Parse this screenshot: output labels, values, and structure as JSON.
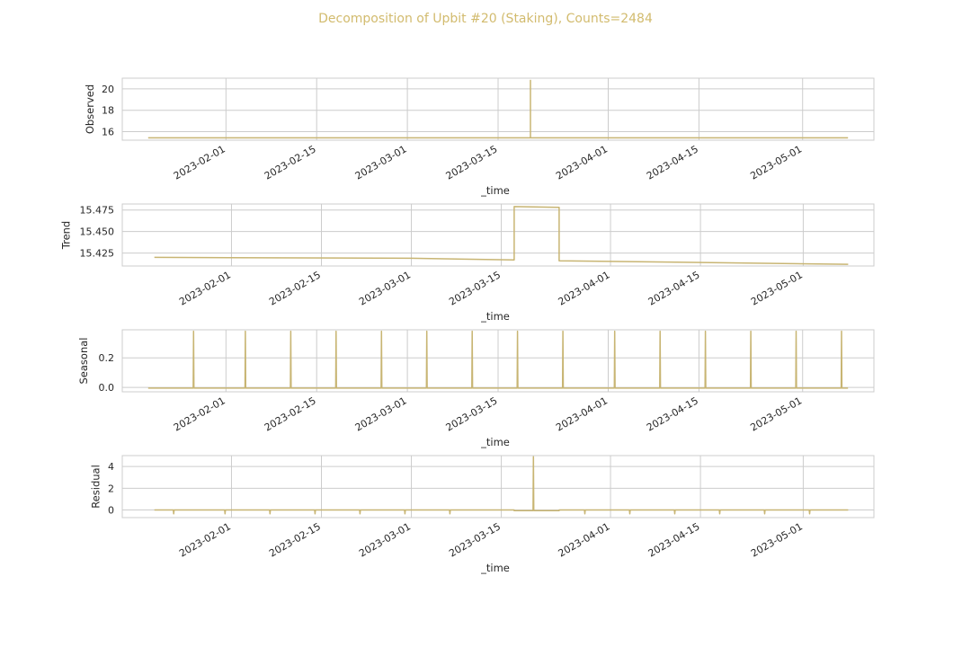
{
  "title": "Decomposition of Upbit #20 (Staking), Counts=2484",
  "colors": {
    "line": "#c8b573",
    "title": "#d2bb6e",
    "grid": "#cccccc",
    "spine": "#cccccc"
  },
  "chart_data": [
    {
      "type": "line",
      "ylabel": "Observed",
      "xlabel": "_time",
      "xlim": [
        "2023-01-16",
        "2023-05-12"
      ],
      "ylim": [
        15.2,
        21.0
      ],
      "yticks": [
        16,
        18,
        20
      ],
      "yticklabels": [
        "16",
        "18",
        "20"
      ],
      "xticks": [
        "2023-02-01",
        "2023-02-15",
        "2023-03-01",
        "2023-03-15",
        "2023-04-01",
        "2023-04-15",
        "2023-05-01"
      ],
      "x": [
        "2023-01-20",
        "2023-03-20",
        "2023-03-20",
        "2023-03-20",
        "2023-05-08"
      ],
      "y": [
        15.42,
        15.42,
        20.8,
        15.42,
        15.42
      ]
    },
    {
      "type": "line",
      "ylabel": "Trend",
      "xlabel": "_time",
      "xlim": [
        "2023-01-15",
        "2023-05-12"
      ],
      "ylim": [
        15.41,
        15.482
      ],
      "yticks": [
        15.425,
        15.45,
        15.475
      ],
      "yticklabels": [
        "15.425",
        "15.450",
        "15.475"
      ],
      "xticks": [
        "2023-02-01",
        "2023-02-15",
        "2023-03-01",
        "2023-03-15",
        "2023-04-01",
        "2023-04-15",
        "2023-05-01"
      ],
      "x": [
        "2023-01-20",
        "2023-03-01",
        "2023-03-17",
        "2023-03-17",
        "2023-03-24",
        "2023-03-24",
        "2023-05-08"
      ],
      "y": [
        15.42,
        15.419,
        15.417,
        15.479,
        15.478,
        15.416,
        15.412
      ]
    },
    {
      "type": "line",
      "ylabel": "Seasonal",
      "xlabel": "_time",
      "xlim": [
        "2023-01-16",
        "2023-05-12"
      ],
      "ylim": [
        -0.03,
        0.39
      ],
      "yticks": [
        0.0,
        0.2
      ],
      "yticklabels": [
        "0.0",
        "0.2"
      ],
      "xticks": [
        "2023-02-01",
        "2023-02-15",
        "2023-03-01",
        "2023-03-15",
        "2023-04-01",
        "2023-04-15",
        "2023-05-01"
      ],
      "baseline": -0.005,
      "spike_value": 0.38,
      "x_start": "2023-01-20",
      "x_end": "2023-05-08",
      "spikes": [
        "2023-01-27",
        "2023-02-04",
        "2023-02-11",
        "2023-02-18",
        "2023-02-25",
        "2023-03-04",
        "2023-03-11",
        "2023-03-18",
        "2023-03-25",
        "2023-04-02",
        "2023-04-09",
        "2023-04-16",
        "2023-04-23",
        "2023-04-30",
        "2023-05-07"
      ]
    },
    {
      "type": "line",
      "ylabel": "Residual",
      "xlabel": "_time",
      "xlim": [
        "2023-01-15",
        "2023-05-12"
      ],
      "ylim": [
        -0.7,
        5.0
      ],
      "yticks": [
        0,
        2,
        4
      ],
      "yticklabels": [
        "0",
        "2",
        "4"
      ],
      "xticks": [
        "2023-02-01",
        "2023-02-15",
        "2023-03-01",
        "2023-03-15",
        "2023-04-01",
        "2023-04-15",
        "2023-05-01"
      ],
      "baseline": 0.0,
      "x_start": "2023-01-20",
      "x_end": "2023-05-08",
      "dips": [
        {
          "x": "2023-01-23",
          "y": -0.35
        },
        {
          "x": "2023-01-31",
          "y": -0.35
        },
        {
          "x": "2023-02-07",
          "y": -0.35
        },
        {
          "x": "2023-02-14",
          "y": -0.35
        },
        {
          "x": "2023-02-21",
          "y": -0.35
        },
        {
          "x": "2023-02-28",
          "y": -0.35
        },
        {
          "x": "2023-03-07",
          "y": -0.35
        },
        {
          "x": "2023-03-28",
          "y": -0.35
        },
        {
          "x": "2023-04-04",
          "y": -0.35
        },
        {
          "x": "2023-04-11",
          "y": -0.35
        },
        {
          "x": "2023-04-18",
          "y": -0.35
        },
        {
          "x": "2023-04-25",
          "y": -0.35
        },
        {
          "x": "2023-05-02",
          "y": -0.35
        }
      ],
      "spike": {
        "x": "2023-03-20",
        "y": 4.9
      },
      "offset_segment": {
        "from": "2023-03-17",
        "to": "2023-03-24",
        "y": -0.06
      }
    }
  ]
}
